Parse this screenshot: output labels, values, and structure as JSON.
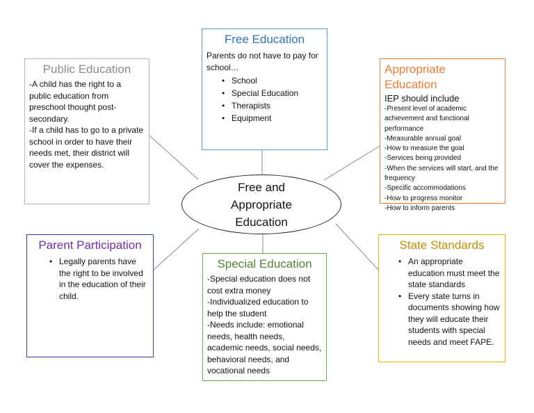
{
  "center": {
    "title": "Free and\nAppropriate\nEducation"
  },
  "public_education": {
    "title": "Public Education",
    "lines": [
      "-A child has the right to a public education from preschool thought post-secondary.",
      "-If a child has to go to a private school in order to have their needs met, their district will cover the expenses."
    ]
  },
  "free_education": {
    "title": "Free Education",
    "intro": "Parents do not have to pay for school…",
    "items": [
      "School",
      "Special Education",
      "Therapists",
      "Equipment"
    ]
  },
  "appropriate_education": {
    "title": "Appropriate Education",
    "subtitle": "IEP should include",
    "lines": [
      "-Present level of academic achievement and functional performance",
      "-Measurable annual goal",
      "-How to measure the goal",
      "-Services being provided",
      "-When the services will start, and the frequency",
      "-Specific accommodations",
      "-How to progress monitor",
      "-How to inform parents"
    ]
  },
  "parent_participation": {
    "title": "Parent Participation",
    "items": [
      "Legally parents have the right to be involved in the education of their child."
    ]
  },
  "special_education": {
    "title": "Special Education",
    "lines": [
      "-Special education does not cost extra money",
      "-Individualized education to help the student",
      "-Needs include: emotional needs, health needs, academic needs, social needs, behavioral needs, and vocational needs"
    ]
  },
  "state_standards": {
    "title": "State Standards",
    "items": [
      "An appropriate education must meet the state standards",
      "Every state turns in documents showing how they will educate their students with special needs and meet FAPE."
    ]
  },
  "colors": {
    "public": "#b5b5b5",
    "free": "#5b9bd5",
    "appropriate": "#ed7d31",
    "parent": "#7030a0",
    "special": "#70ad47",
    "state": "#e5b400",
    "connector": "#888888"
  }
}
